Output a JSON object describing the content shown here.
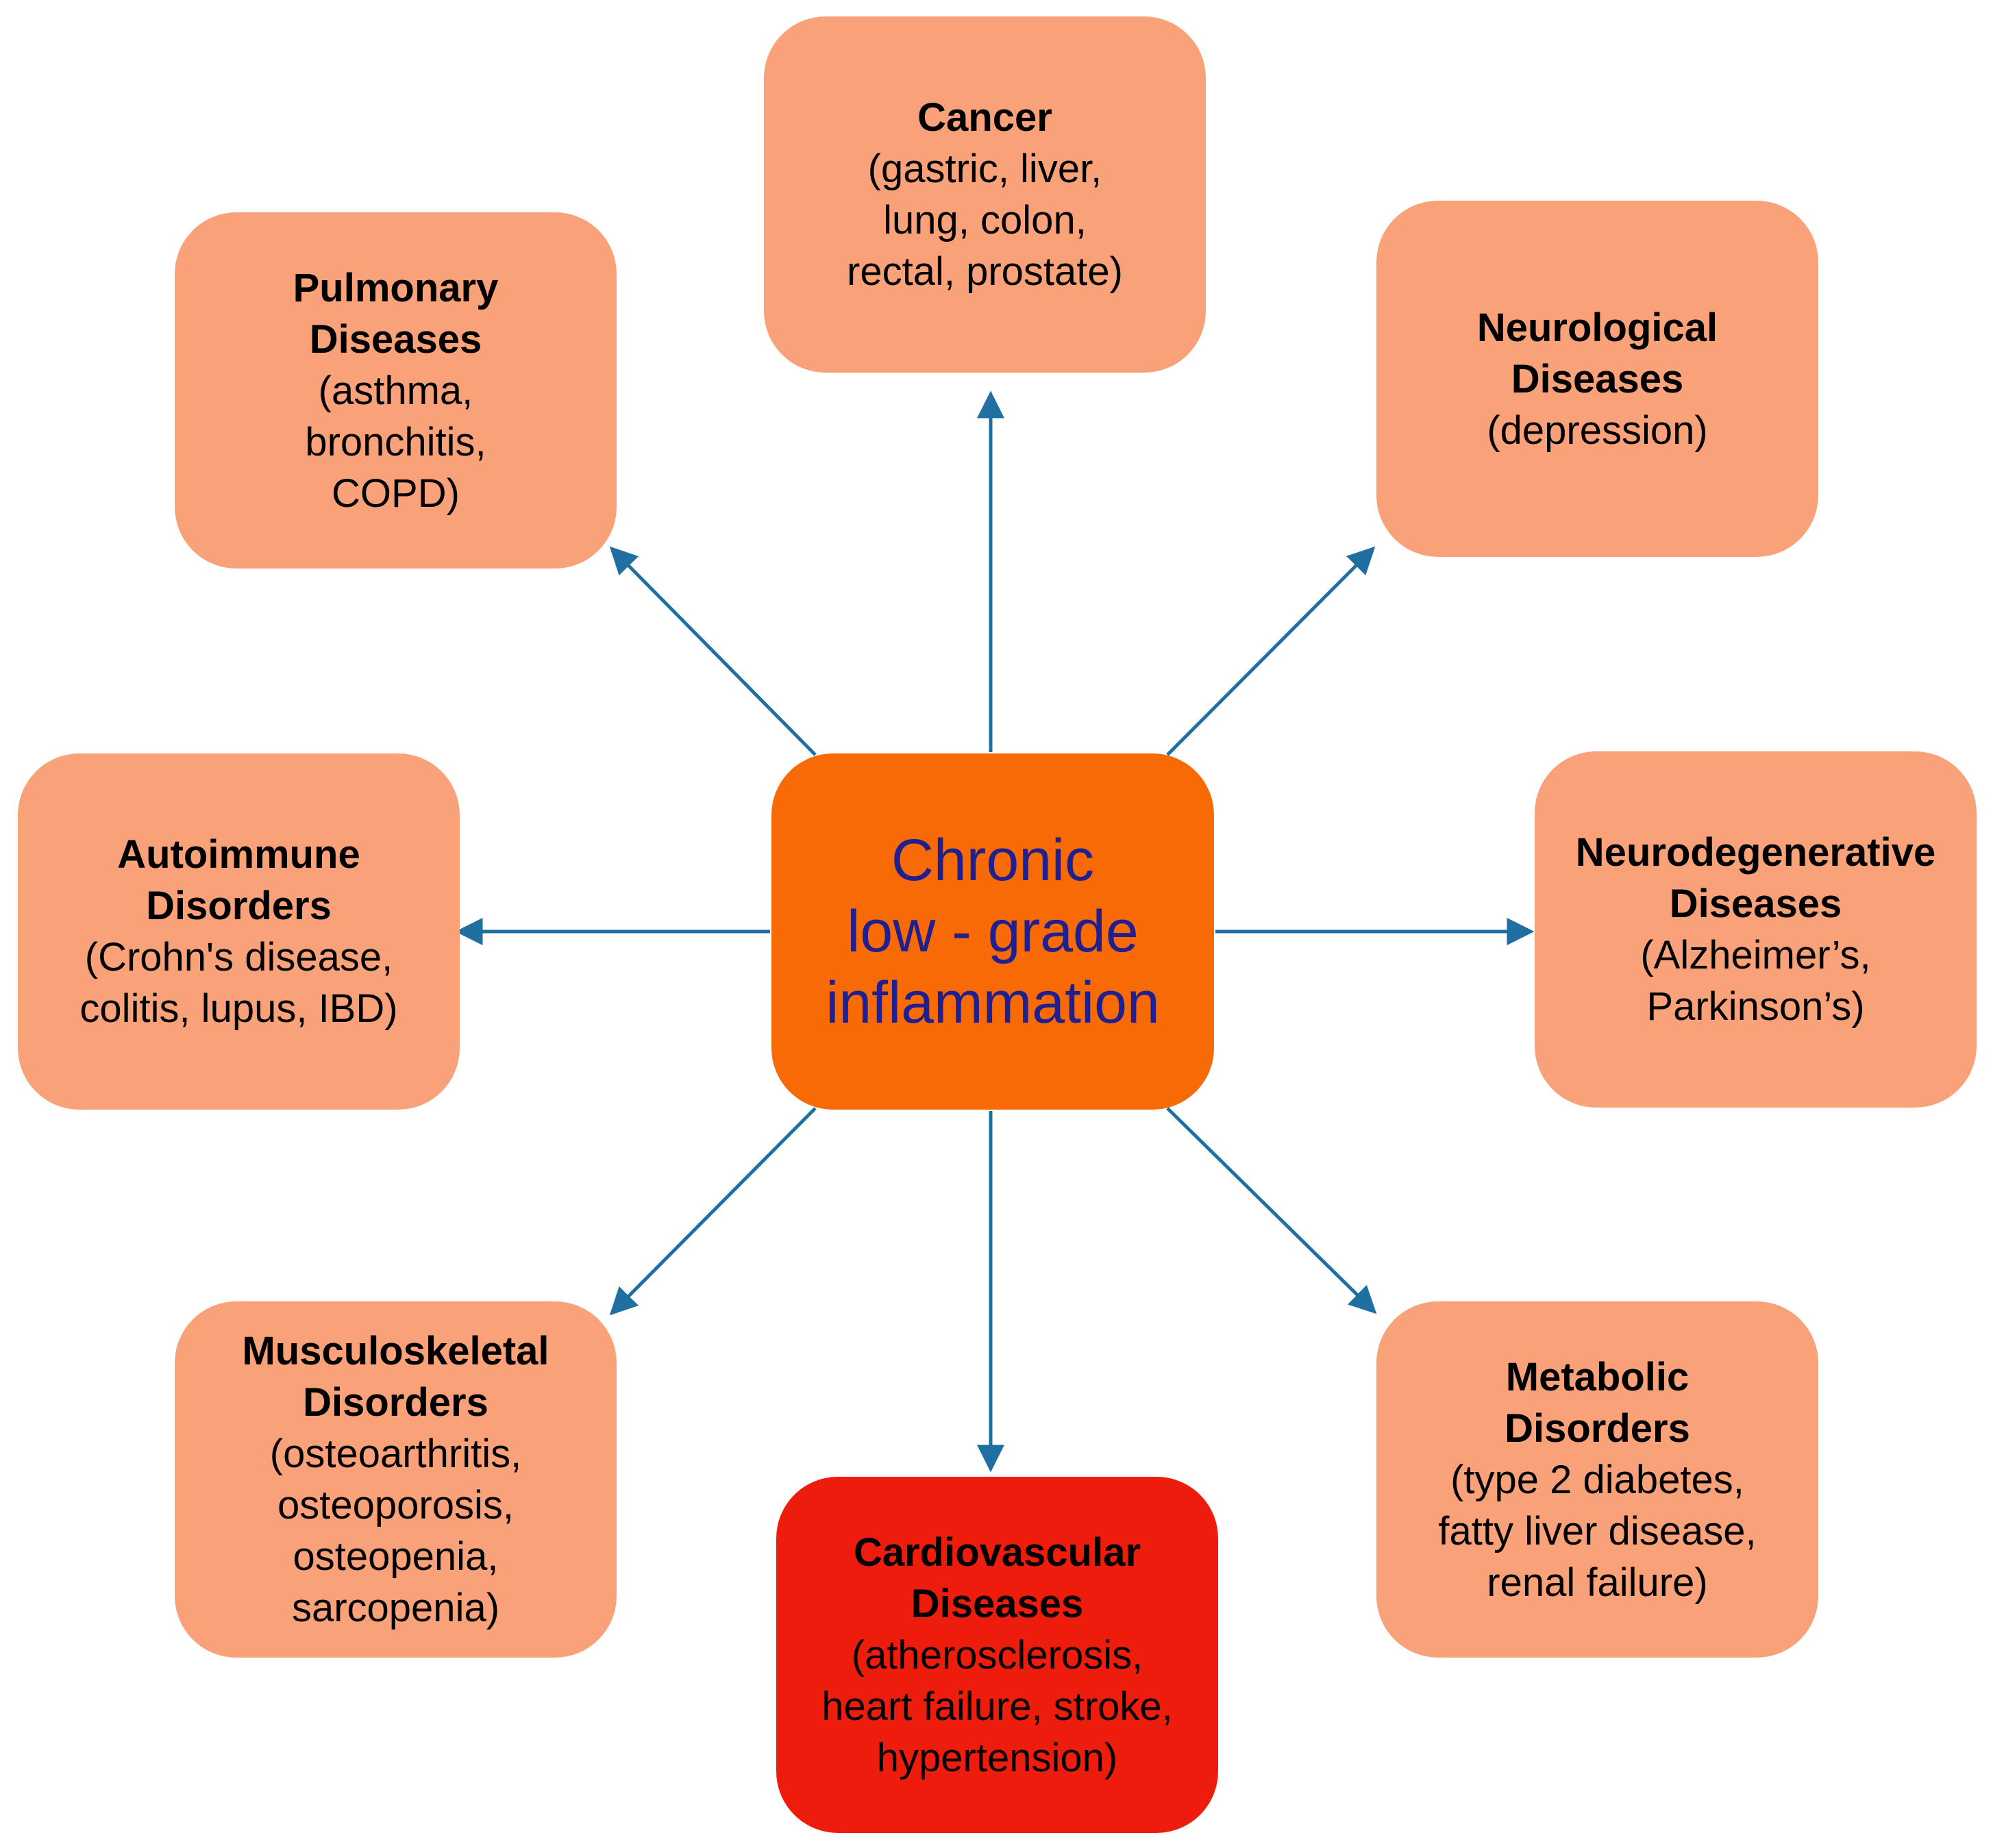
{
  "colors": {
    "node_fill": "#F9A27A",
    "center_fill": "#F86A06",
    "highlight_fill": "#EE1C0C",
    "arrow": "#1F6FA3",
    "center_text": "#1F1F8F"
  },
  "center": {
    "label": "Chronic\nlow - grade\ninflammation"
  },
  "nodes": {
    "cancer": {
      "title": "Cancer",
      "detail": "(gastric, liver,\nlung, colon,\nrectal, prostate)"
    },
    "pulmonary": {
      "title": "Pulmonary\nDiseases",
      "detail": " (asthma,\nbronchitis,\nCOPD)"
    },
    "neurological": {
      "title": "Neurological\nDiseases",
      "detail": "(depression)"
    },
    "autoimmune": {
      "title": "Autoimmune\nDisorders",
      "detail": "(Crohn's disease,\ncolitis, lupus, IBD)"
    },
    "neurodegenerative": {
      "title": "Neurodegenerative\nDiseases",
      "detail": "(Alzheimer’s,\nParkinson’s)"
    },
    "musculoskeletal": {
      "title": "Musculoskeletal\nDisorders",
      "detail": "(osteoarthritis,\nosteoporosis,\nosteopenia,\nsarcopenia)"
    },
    "cardiovascular": {
      "title": "Cardiovascular\nDiseases",
      "detail": "(atherosclerosis,\nheart failure, stroke,\nhypertension)"
    },
    "metabolic": {
      "title": "Metabolic\nDisorders",
      "detail": "(type 2 diabetes,\nfatty liver disease,\nrenal failure)"
    }
  }
}
